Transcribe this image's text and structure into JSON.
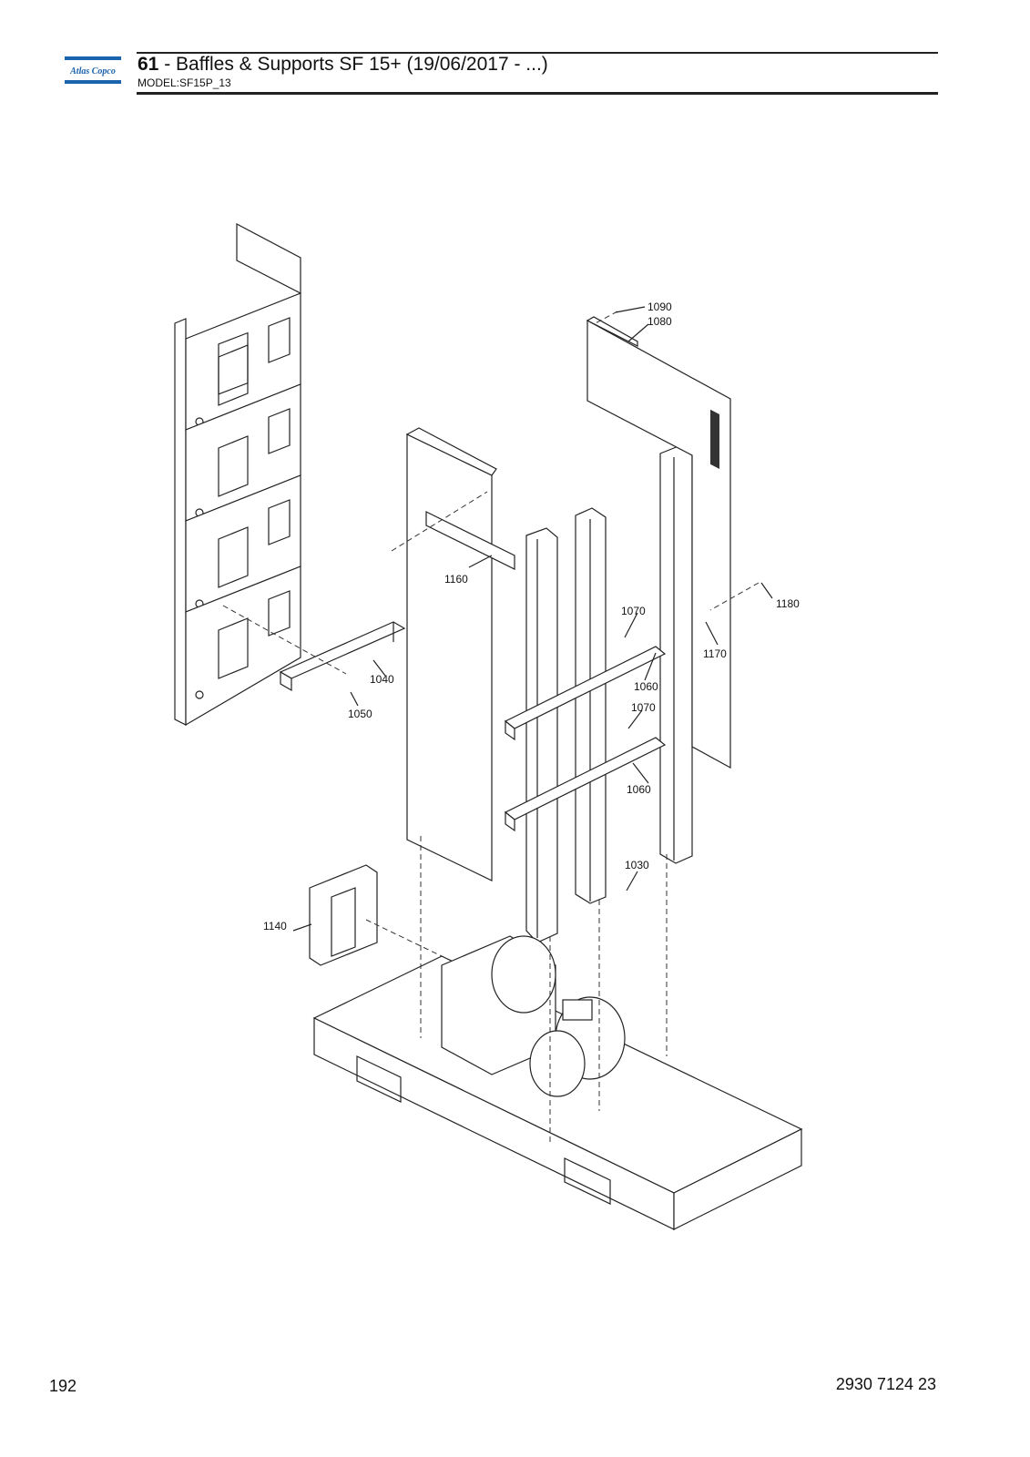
{
  "header": {
    "logo_text": "Atlas Copco",
    "title_number": "61",
    "title_text": " - Baffles & Supports SF 15+ (19/06/2017 - ...)",
    "model": "MODEL:SF15P_13"
  },
  "callouts": [
    "1090",
    "1080",
    "1160",
    "1070",
    "1180",
    "1170",
    "1040",
    "1060",
    "1070",
    "1050",
    "1060",
    "1030",
    "1140"
  ],
  "footer": {
    "page_number": "192",
    "document_number": "2930 7124 23"
  },
  "colors": {
    "brand": "#1a63ad",
    "line": "#222222"
  }
}
